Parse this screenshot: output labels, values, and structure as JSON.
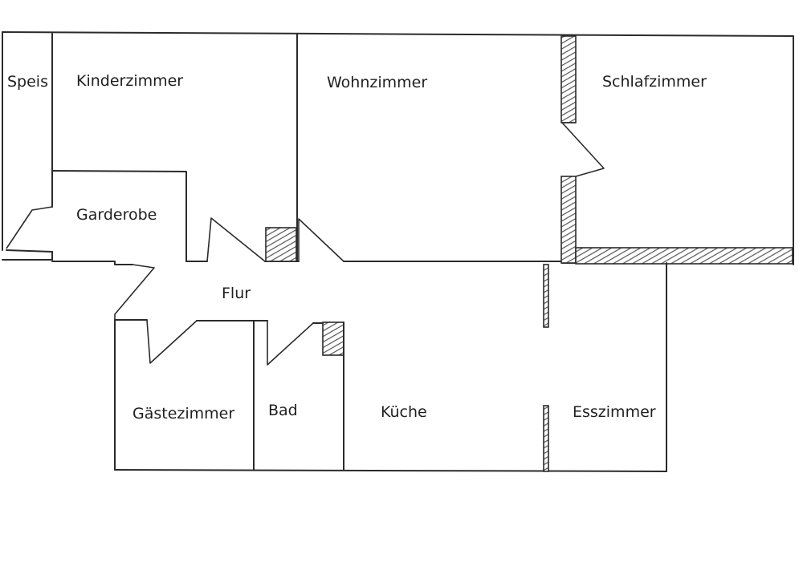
{
  "rooms": {
    "speis": "Speis",
    "kinderzimmer": "Kinderzimmer",
    "wohnzimmer": "Wohnzimmer",
    "schlafzimmer": "Schlafzimmer",
    "garderobe": "Garderobe",
    "flur": "Flur",
    "gaestezimmer": "Gästezimmer",
    "bad": "Bad",
    "kueche": "Küche",
    "esszimmer": "Esszimmer"
  },
  "colors": {
    "ink": "#2b2b2b",
    "hatch": "#555555",
    "background": "#ffffff"
  }
}
